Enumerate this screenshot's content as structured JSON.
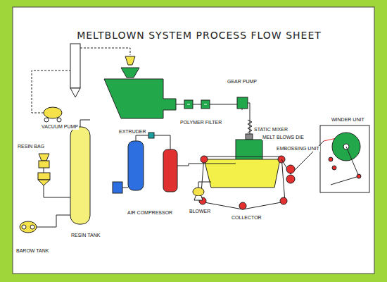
{
  "diagram": {
    "title": "MELTBLOWN SYSTEM PROCESS FLOW SHEET",
    "labels": [
      "VACUUM PUMP",
      "EXTRUDER",
      "POLYMER FILTER",
      "GEAR PUMP",
      "STATIC MIXER",
      "MELT BLOWS DIE",
      "EMBOSSING UNIT",
      "WINDER UNIT",
      "RESIN BAG",
      "RESIN TANK",
      "BAROW TANK",
      "AIR COMPRESSOR",
      "BLOWER",
      "COLLECTOR"
    ]
  }
}
